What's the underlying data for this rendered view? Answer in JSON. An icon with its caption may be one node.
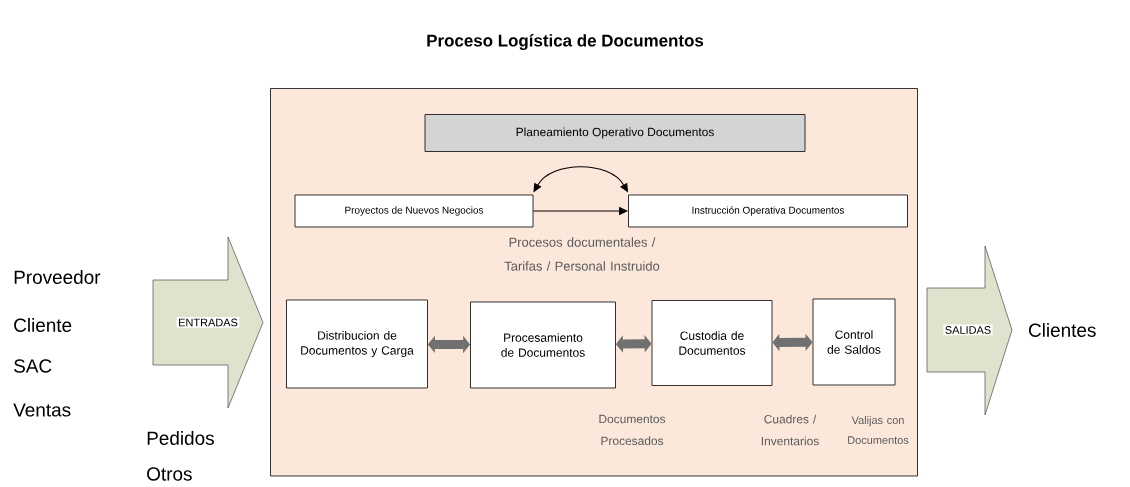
{
  "diagram": {
    "title": "Proceso Logística de Documentos",
    "nodes": [
      {
        "text": [],
        "shape": "box"
      },
      {
        "text": [
          "Planeamiento Operativo Documentos"
        ],
        "in": 0
      },
      {
        "text": [
          "Proyectos de Nuevos Negocios"
        ],
        "in": 0
      },
      {
        "text": [
          "Instrucción Operativa Documentos"
        ],
        "in": 0
      },
      {
        "text": [
          "Distribucion de Documentos y Carga"
        ],
        "in": 0
      },
      {
        "text": [
          "Procesamiento de Documentos"
        ],
        "in": 0
      },
      {
        "text": [
          "Custodia de Documentos"
        ],
        "in": 0
      },
      {
        "text": [
          "Control de Saldos"
        ],
        "in": 0
      },
      {
        "text": [
          "ENTRADAS"
        ]
      },
      {
        "text": [
          "SALIDAS"
        ],
        "beside": [
          "Clientes"
        ]
      }
    ],
    "edges": [
      {
        "from": 2,
        "to": 3,
        "arrow": "to",
        "color": "#000000"
      },
      {
        "from": 2,
        "to": 3,
        "arrow": "both",
        "color": "#000000"
      },
      {
        "from": 4,
        "to": 5,
        "arrow": "both"
      },
      {
        "from": 5,
        "to": 6,
        "arrow": "both"
      },
      {
        "from": 6,
        "to": 7,
        "arrow": "both"
      }
    ],
    "labels": [
      "Procesos documentales / Tarifas / Personal Instruido",
      "Proveedor",
      "Cliente",
      "SAC",
      "Ventas",
      "Pedidos",
      "Otros",
      "Documentos Procesados",
      "Cuadres / Inventarios",
      "Valijas con Documentos"
    ]
  }
}
